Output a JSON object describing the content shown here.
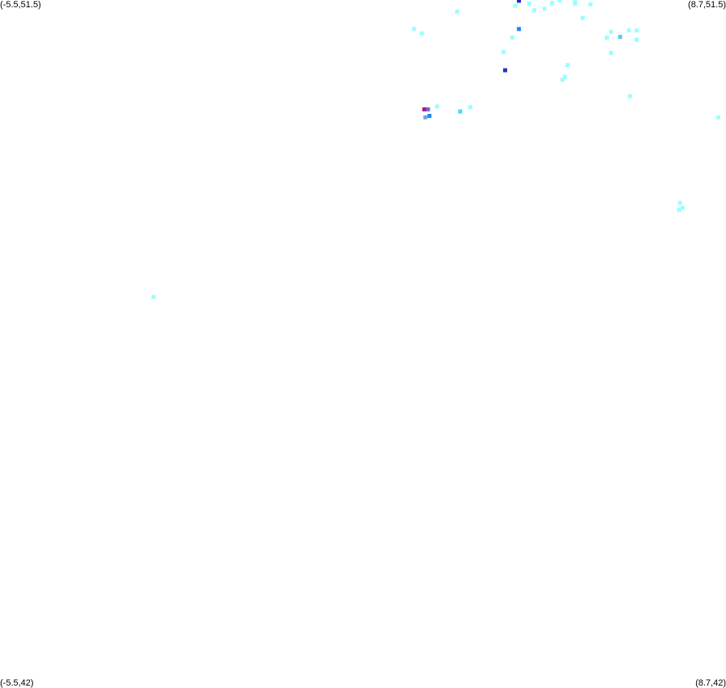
{
  "labels": {
    "top_left": "(-5.5,51.5)",
    "top_right": "(8.7,51.5)",
    "bottom_left": "(-5.5,42)",
    "bottom_right": "(8.7,42)"
  },
  "chart_data": {
    "type": "scatter",
    "xlim": [
      -5.5,
      8.7
    ],
    "ylim": [
      42,
      51.5
    ],
    "grid": false,
    "legend": "none",
    "points": [
      {
        "x": 4.65,
        "y": 51.49,
        "color": "#2222cc"
      },
      {
        "x": 4.58,
        "y": 51.42,
        "color": "#99ffff"
      },
      {
        "x": 4.85,
        "y": 51.45,
        "color": "#99ffff"
      },
      {
        "x": 4.95,
        "y": 51.36,
        "color": "#99ffff"
      },
      {
        "x": 5.15,
        "y": 51.38,
        "color": "#99ffff"
      },
      {
        "x": 5.3,
        "y": 51.46,
        "color": "#99ffff"
      },
      {
        "x": 5.45,
        "y": 51.49,
        "color": "#99ffff"
      },
      {
        "x": 5.75,
        "y": 51.47,
        "color": "#99ffff"
      },
      {
        "x": 5.75,
        "y": 51.45,
        "color": "#99ffff"
      },
      {
        "x": 6.05,
        "y": 51.44,
        "color": "#99ffff"
      },
      {
        "x": 5.9,
        "y": 51.25,
        "color": "#99ffff"
      },
      {
        "x": 3.44,
        "y": 51.34,
        "color": "#99ffff"
      },
      {
        "x": 2.6,
        "y": 51.1,
        "color": "#99ffff"
      },
      {
        "x": 2.75,
        "y": 51.04,
        "color": "#99ffff"
      },
      {
        "x": 4.65,
        "y": 51.1,
        "color": "#2288ee"
      },
      {
        "x": 4.52,
        "y": 50.98,
        "color": "#99ffff"
      },
      {
        "x": 4.35,
        "y": 50.78,
        "color": "#99ffff"
      },
      {
        "x": 4.38,
        "y": 50.53,
        "color": "#2233cc"
      },
      {
        "x": 5.6,
        "y": 50.6,
        "color": "#99ffff"
      },
      {
        "x": 5.5,
        "y": 50.4,
        "color": "#99ffff"
      },
      {
        "x": 5.55,
        "y": 50.44,
        "color": "#99ffff"
      },
      {
        "x": 6.37,
        "y": 50.98,
        "color": "#99ffff"
      },
      {
        "x": 6.45,
        "y": 51.06,
        "color": "#99ffff"
      },
      {
        "x": 6.63,
        "y": 50.99,
        "color": "#55ccee"
      },
      {
        "x": 6.45,
        "y": 50.77,
        "color": "#99ffff"
      },
      {
        "x": 6.8,
        "y": 51.08,
        "color": "#99ffff"
      },
      {
        "x": 6.95,
        "y": 51.08,
        "color": "#99ffff"
      },
      {
        "x": 6.95,
        "y": 50.95,
        "color": "#99ffff"
      },
      {
        "x": 6.82,
        "y": 50.17,
        "color": "#99ffff"
      },
      {
        "x": 8.55,
        "y": 49.88,
        "color": "#99ffff"
      },
      {
        "x": 2.8,
        "y": 49.99,
        "color": "#aa1199"
      },
      {
        "x": 2.87,
        "y": 49.99,
        "color": "#7766cc"
      },
      {
        "x": 2.9,
        "y": 49.9,
        "color": "#2288ee"
      },
      {
        "x": 2.82,
        "y": 49.88,
        "color": "#66aaee"
      },
      {
        "x": 3.05,
        "y": 50.03,
        "color": "#99ffff"
      },
      {
        "x": 3.5,
        "y": 49.96,
        "color": "#44ddee"
      },
      {
        "x": 3.7,
        "y": 50.02,
        "color": "#99ffff"
      },
      {
        "x": 7.8,
        "y": 48.7,
        "color": "#99ffff"
      },
      {
        "x": 7.78,
        "y": 48.6,
        "color": "#99ffff"
      },
      {
        "x": 7.85,
        "y": 48.63,
        "color": "#99ffff"
      },
      {
        "x": -2.5,
        "y": 47.4,
        "color": "#99ffff"
      }
    ]
  }
}
